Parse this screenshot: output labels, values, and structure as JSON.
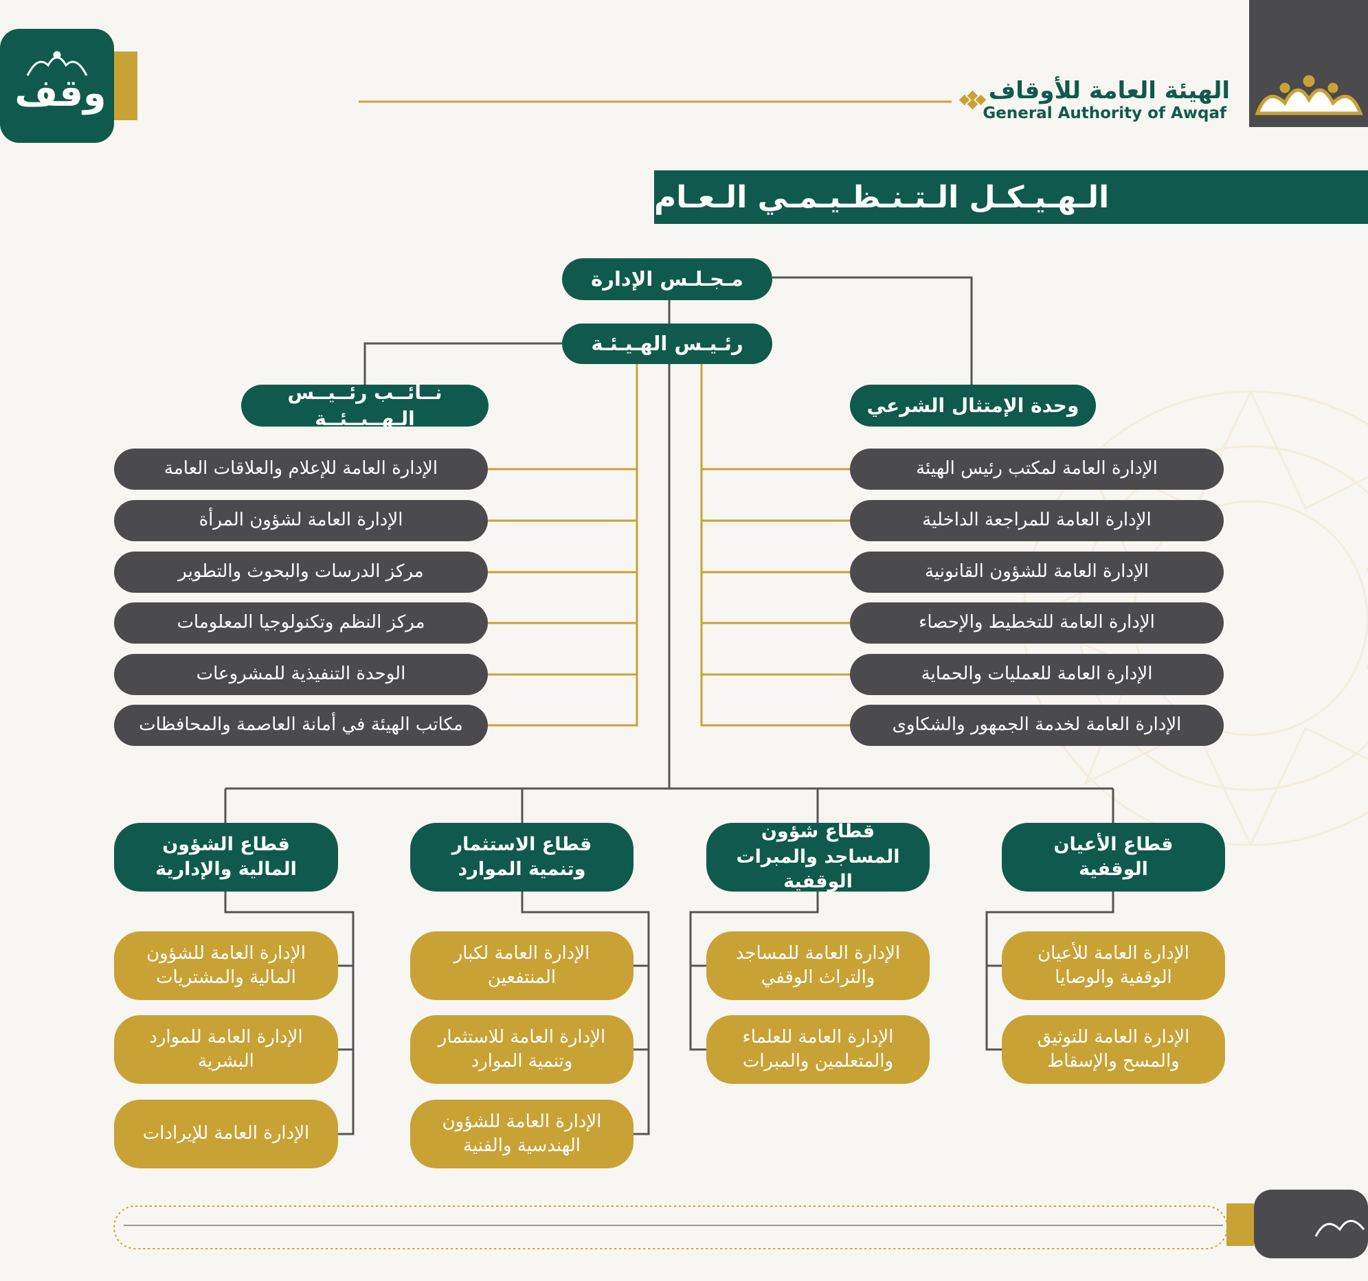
{
  "colors": {
    "green": "#0f5a4c",
    "gray": "#4b4b4d",
    "gold": "#c9a235",
    "line_gray": "#555555",
    "line_gold": "#c9a235",
    "background": "#f8f6f2"
  },
  "header": {
    "org_name_ar": "الهيئة العامة للأوقاف",
    "org_name_en": "General Authority of Awqaf",
    "brand_word": "وقف",
    "logo_icon": "crown-arches-icon"
  },
  "title": "الـهـيـكـل الـتـنـظـيـمـي الـعـام",
  "top": {
    "board": "مـجـلـس الإدارة",
    "president": "رئـيـس الهـيـئـة",
    "vice_president": "نــائــب رئــيــس الـهــيــئــة",
    "compliance": "وحدة الإمتثال الشرعي"
  },
  "left_departments": [
    "الإدارة العامة للإعلام والعلاقات العامة",
    "الإدارة العامة لشؤون المرأة",
    "مركز الدرسات والبحوث والتطوير",
    "مركز النظم وتكنولوجيا المعلومات",
    "الوحدة التنفيذية للمشروعات",
    "مكاتب الهيئة في أمانة العاصمة والمحافظات"
  ],
  "right_departments": [
    "الإدارة العامة لمكتب رئيس الهيئة",
    "الإدارة العامة للمراجعة الداخلية",
    "الإدارة العامة للشؤون القانونية",
    "الإدارة العامة للتخطيط والإحصاء",
    "الإدارة العامة للعمليات والحماية",
    "الإدارة العامة لخدمة الجمهور والشكاوى"
  ],
  "sectors": [
    {
      "name": "قطاع الشؤون المالية والإدارية",
      "departments": [
        "الإدارة العامة للشؤون المالية والمشتريات",
        "الإدارة العامة للموارد البشرية",
        "الإدارة العامة للإيرادات"
      ]
    },
    {
      "name": "قطاع الاستثمار وتنمية الموارد",
      "departments": [
        "الإدارة العامة لكبار المنتفعين",
        "الإدارة العامة للاستثمار وتنمية الموارد",
        "الإدارة العامة للشؤون الهندسية والفنية"
      ]
    },
    {
      "name": "قطاع شؤون المساجد والمبرات الوقفية",
      "departments": [
        "الإدارة العامة للمساجد والتراث الوقفي",
        "الإدارة العامة للعلماء والمتعلمين والمبرات"
      ]
    },
    {
      "name": "قطاع الأعيان الوقفية",
      "departments": [
        "الإدارة العامة للأعيان الوقفية والوصايا",
        "الإدارة العامة للتوثيق والمسح والإسقاط"
      ]
    }
  ]
}
